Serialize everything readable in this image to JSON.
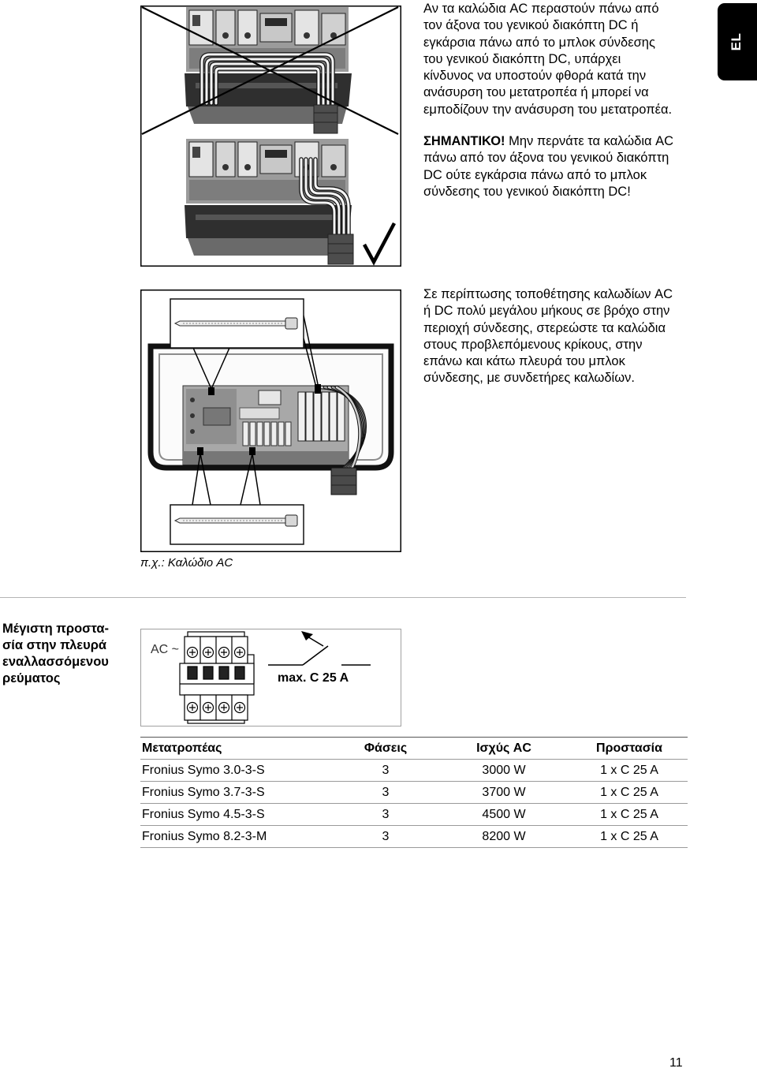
{
  "language_tab": {
    "label": "EL"
  },
  "section_cable_routing": {
    "warning_lines": [
      "Αν τα καλώδια AC περαστούν πάνω από",
      "τον άξονα του γενικού διακόπτη DC ή",
      "εγκάρσια πάνω από το μπλοκ σύνδεσης",
      "του γενικού διακόπτη DC, υπάρχει",
      "κίνδυνος να υποστούν φθορά κατά την",
      "ανάσυρση του μετατροπέα ή μπορεί να",
      "εμποδίζουν την ανάσυρση του μετατροπέα."
    ],
    "important": {
      "label": "ΣΗΜΑΝΤΙΚΟ!",
      "lines": [
        "Μην περνάτε τα καλώδια AC",
        "πάνω από τον άξονα του γενικού διακόπτη",
        "DC ούτε εγκάρσια πάνω από το μπλοκ",
        "σύνδεσης του γενικού διακόπτη DC!"
      ]
    },
    "icons": {
      "wrong_mark": "cross-icon",
      "correct_mark": "checkmark-icon"
    }
  },
  "section_cable_ties": {
    "lines": [
      "Σε περίπτωσης τοποθέτησης καλωδίων AC",
      "ή DC πολύ μεγάλου μήκους σε βρόχο στην",
      "περιοχή σύνδεσης, στερεώστε τα καλώδια",
      "στους προβλεπόμενους κρίκους, στην",
      "επάνω και κάτω πλευρά του μπλοκ",
      "σύνδεσης, με συνδετήρες καλωδίων."
    ],
    "caption": "π.χ.: Καλώδιο AC"
  },
  "section_ac_protection": {
    "heading_lines": [
      "Μέγιστη προστα-",
      "σία στην πλευρά",
      "εναλλασσόμενου",
      "ρεύματος"
    ],
    "figure": {
      "ac_label": "AC ~",
      "max_label": "max. C 25 A"
    },
    "table": {
      "columns": [
        "Μετατροπέας",
        "Φάσεις",
        "Ισχύς AC",
        "Προστασία"
      ],
      "rows": [
        [
          "Fronius Symo 3.0-3-S",
          "3",
          "3000 W",
          "1 x C 25 A"
        ],
        [
          "Fronius Symo 3.7-3-S",
          "3",
          "3700 W",
          "1 x C 25 A"
        ],
        [
          "Fronius Symo 4.5-3-S",
          "3",
          "4500 W",
          "1 x C 25 A"
        ],
        [
          "Fronius Symo 8.2-3-M",
          "3",
          "8200 W",
          "1 x C 25 A"
        ]
      ]
    }
  },
  "page_number": "11",
  "colors": {
    "text": "#000000",
    "tab_background": "#000000",
    "tab_text": "#ffffff",
    "rule": "#b5b5b5"
  }
}
